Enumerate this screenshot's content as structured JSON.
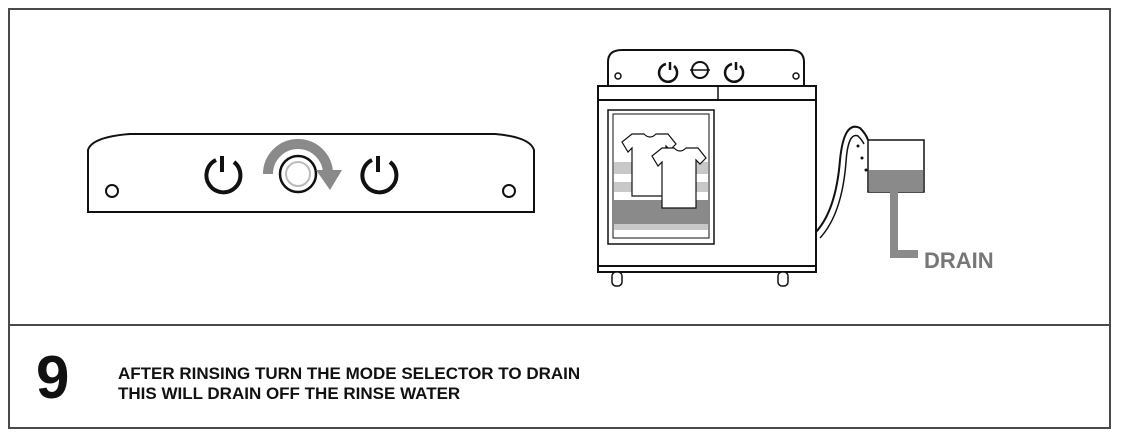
{
  "step": {
    "number": "9",
    "line1": "AFTER RINSING TURN THE MODE SELECTOR TO DRAIN",
    "line2": "THIS WILL DRAIN OFF THE RINSE WATER"
  },
  "illustration": {
    "drain_label": "DRAIN"
  },
  "colors": {
    "outline": "#111111",
    "gray": "#8a8a8a",
    "light_gray": "#c8c8c8",
    "drain_text": "#777777"
  }
}
